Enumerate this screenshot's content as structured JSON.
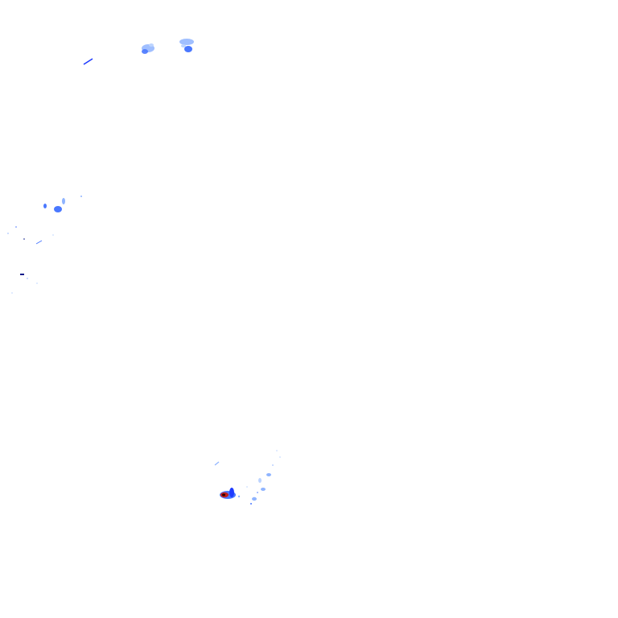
{
  "legend": {
    "intensity_colors": {
      "very_light": "#bcd4ff",
      "light": "#8fb4ff",
      "moderate": "#4a78ff",
      "heavy": "#1f3cff",
      "very_heavy": "#0a1a8a",
      "intense": "#c0201a",
      "extreme": "#2b0000"
    }
  },
  "echoes": [
    {
      "id": "north-cell-a",
      "intensity": "light"
    },
    {
      "id": "north-cell-b",
      "intensity": "moderate"
    },
    {
      "id": "north-streak",
      "intensity": "heavy"
    },
    {
      "id": "west-cell",
      "intensity": "moderate"
    },
    {
      "id": "west-scatter",
      "intensity": "very_heavy"
    },
    {
      "id": "south-storm-core",
      "intensity": "intense"
    },
    {
      "id": "south-showers",
      "intensity": "light"
    }
  ]
}
